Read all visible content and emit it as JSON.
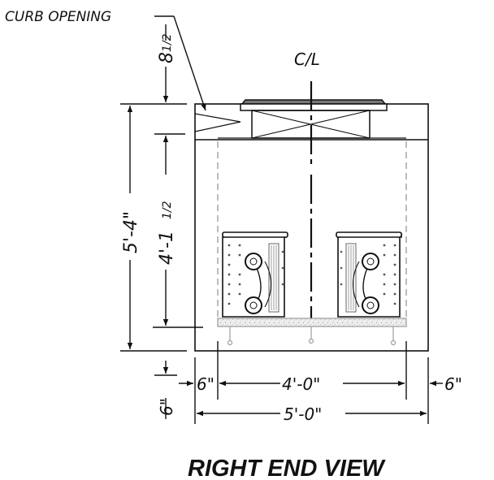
{
  "drawing": {
    "title": "RIGHT END VIEW",
    "callout": "CURB OPENING",
    "centerline": "C/L",
    "dimensions": {
      "curb_opening_height": "8",
      "curb_opening_fraction": "1/2",
      "total_height": "5'-4\"",
      "unit_height": "4'-1",
      "unit_height_fraction": "1/2",
      "left_offset": "6\"",
      "center_width": "4'-0\"",
      "right_offset": "6\"",
      "overall_width": "5'-0\"",
      "base_height": "6\""
    }
  }
}
